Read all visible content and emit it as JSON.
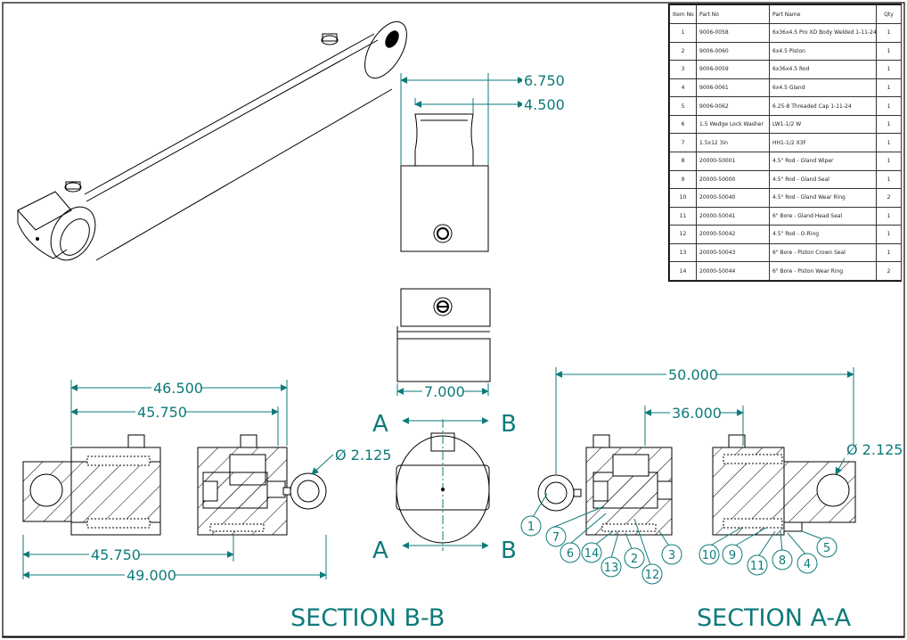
{
  "bom": {
    "headers": [
      "Item No",
      "Part No",
      "Part Name",
      "Qty"
    ],
    "rows": [
      [
        "1",
        "9006-0058",
        "6x36x4.5 Pro XD Body Welded 1-11-24",
        "1"
      ],
      [
        "2",
        "9006-0060",
        "6x4.5 Piston",
        "1"
      ],
      [
        "3",
        "9006-0059",
        "6x36x4.5 Rod",
        "1"
      ],
      [
        "4",
        "9006-0061",
        "6x4.5 Gland",
        "1"
      ],
      [
        "5",
        "9006-0062",
        "6.25-8 Threaded Cap 1-11-24",
        "1"
      ],
      [
        "6",
        "1.5 Wedge Lock Washer",
        "LW1-1/2 W",
        "1"
      ],
      [
        "7",
        "1.5x12 3in",
        "HH1-1/2 X3F",
        "1"
      ],
      [
        "8",
        "20000-50001",
        "4.5\" Rod - Gland Wiper",
        "1"
      ],
      [
        "9",
        "20000-50000",
        "4.5\" Rod - Gland Seal",
        "1"
      ],
      [
        "10",
        "20000-50040",
        "4.5\" Rod - Gland Wear Ring",
        "2"
      ],
      [
        "11",
        "20000-50041",
        "6\" Bore - Gland Head Seal",
        "1"
      ],
      [
        "12",
        "20000-50042",
        "4.5\" Rod - O-Ring",
        "1"
      ],
      [
        "13",
        "20000-50043",
        "6\" Bore - Piston Crown Seal",
        "1"
      ],
      [
        "14",
        "20000-50044",
        "6\" Bore - Piston Wear Ring",
        "2"
      ]
    ]
  },
  "dimensions": {
    "top_width_outer": "6.750",
    "top_width_inner": "4.500",
    "mid_width": "7.000",
    "bb_overall": "46.500",
    "bb_body": "45.750",
    "bb_pin_dia": "Ø 2.125",
    "bb_bottom_body": "45.750",
    "bb_bottom_overall": "49.000",
    "aa_overall": "50.000",
    "aa_stroke": "36.000",
    "aa_pin_dia": "Ø 2.125"
  },
  "section_markers": {
    "left_top": "A",
    "left_bottom": "A",
    "right_top": "B",
    "right_bottom": "B"
  },
  "balloons": [
    "1",
    "7",
    "6",
    "14",
    "13",
    "2",
    "12",
    "3",
    "10",
    "9",
    "11",
    "8",
    "4",
    "5"
  ],
  "section_titles": {
    "bb": "SECTION B-B",
    "aa": "SECTION A-A"
  },
  "colors": {
    "annotation": "#0e7a7a",
    "line": "#000000",
    "background": "#ffffff"
  }
}
